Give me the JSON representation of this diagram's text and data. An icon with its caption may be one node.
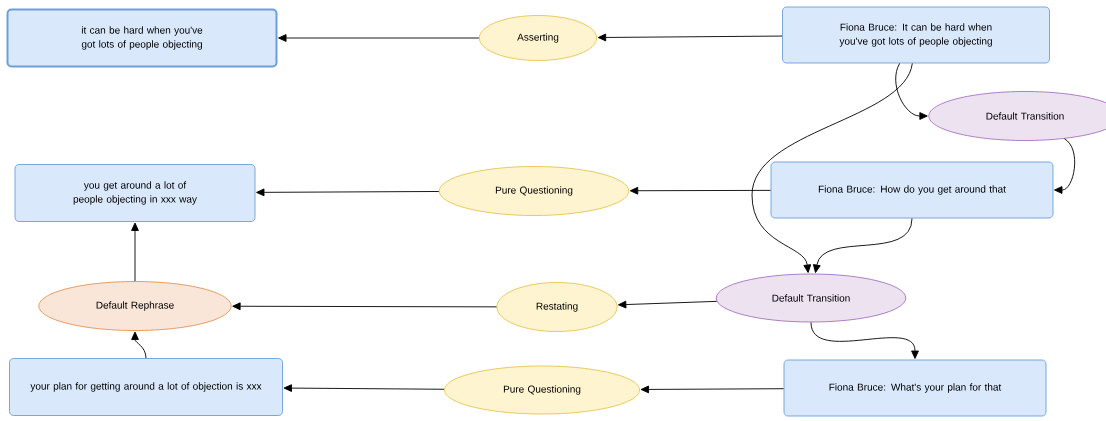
{
  "diagram": {
    "nodes": [
      {
        "text": [
          "Fiona Bruce: It can be hard when you've got lots of people objecting"
        ]
      },
      {
        "text": [
          "Asserting"
        ]
      },
      {
        "text": [
          "it can be hard when you've got lots of people objecting"
        ]
      },
      {
        "text": [
          "Default Transition"
        ]
      },
      {
        "text": [
          "Fiona Bruce: How do you get around that"
        ]
      },
      {
        "text": [
          "Pure Questioning"
        ]
      },
      {
        "text": [
          "you get around a lot of people objecting in xxx way"
        ]
      },
      {
        "text": [
          "Default Transition"
        ]
      },
      {
        "text": [
          "Restating"
        ]
      },
      {
        "text": [
          "Default Rephrase"
        ]
      },
      {
        "text": [
          "Fiona Bruce: What's your plan for that"
        ]
      },
      {
        "text": [
          "Pure Questioning"
        ]
      },
      {
        "text": [
          "your plan for getting around a lot of objection is xxx"
        ]
      }
    ],
    "edges": [
      {
        "from": 0,
        "to": 1,
        "arrow": "to"
      },
      {
        "from": 1,
        "to": 2,
        "arrow": "to"
      },
      {
        "from": 0,
        "to": 3,
        "arrow": "to"
      },
      {
        "from": 3,
        "to": 4,
        "arrow": "to"
      },
      {
        "from": 0,
        "to": 7,
        "arrow": "to"
      },
      {
        "from": 4,
        "to": 7,
        "arrow": "to"
      },
      {
        "from": 4,
        "to": 5,
        "arrow": "to"
      },
      {
        "from": 5,
        "to": 6,
        "arrow": "to"
      },
      {
        "from": 7,
        "to": 8,
        "arrow": "to"
      },
      {
        "from": 8,
        "to": 9,
        "arrow": "to"
      },
      {
        "from": 9,
        "to": 6,
        "arrow": "to"
      },
      {
        "from": 7,
        "to": 10,
        "arrow": "to"
      },
      {
        "from": 10,
        "to": 11,
        "arrow": "to"
      },
      {
        "from": 11,
        "to": 12,
        "arrow": "to"
      },
      {
        "from": 12,
        "to": 9,
        "arrow": "to"
      }
    ]
  }
}
